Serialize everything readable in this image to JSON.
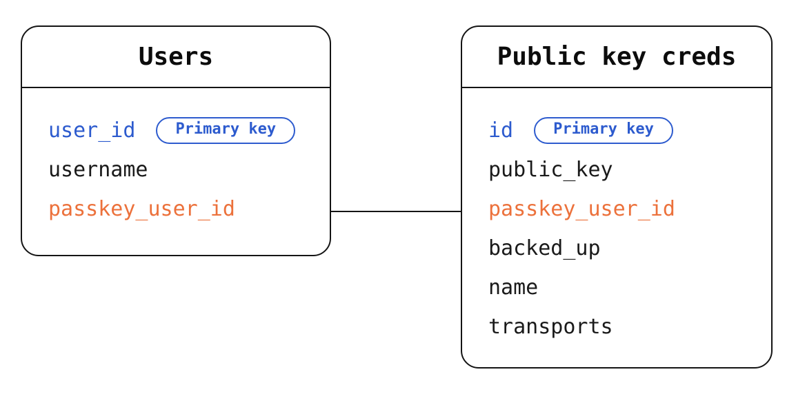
{
  "colors": {
    "primary_key_blue": "#2d5bce",
    "foreign_key_orange": "#ec713b",
    "line_black": "#141414",
    "background": "#ffffff"
  },
  "diagram": {
    "type": "entity-relationship",
    "tables": [
      {
        "title": "Users",
        "fields": [
          {
            "name": "user_id",
            "role": "primary",
            "badge": "Primary key"
          },
          {
            "name": "username",
            "role": "normal"
          },
          {
            "name": "passkey_user_id",
            "role": "foreign"
          }
        ]
      },
      {
        "title": "Public key creds",
        "fields": [
          {
            "name": "id",
            "role": "primary",
            "badge": "Primary key"
          },
          {
            "name": "public_key",
            "role": "normal"
          },
          {
            "name": "passkey_user_id",
            "role": "foreign"
          },
          {
            "name": "backed_up",
            "role": "normal"
          },
          {
            "name": "name",
            "role": "normal"
          },
          {
            "name": "transports",
            "role": "normal"
          }
        ]
      }
    ],
    "relationship": {
      "from": "Users.passkey_user_id",
      "to": "Public key creds.passkey_user_id"
    }
  }
}
